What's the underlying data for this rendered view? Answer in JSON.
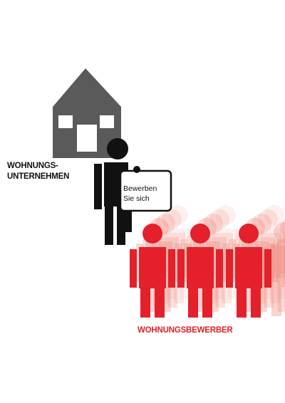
{
  "labels": {
    "company_line1": "WOHNUNGS-",
    "company_line2": "UNTERNEHMEN",
    "applicants": "WOHNUNGSBEWERBER"
  },
  "sign": {
    "line1": "Bewerben",
    "line2": "Sie sich"
  },
  "colors": {
    "house": "#5a5a5a",
    "company_figure": "#111111",
    "applicants": "#e4202a",
    "applicant_echo": "#f08b80"
  },
  "icons": [
    "house-icon",
    "person-icon",
    "sign-board-icon"
  ]
}
